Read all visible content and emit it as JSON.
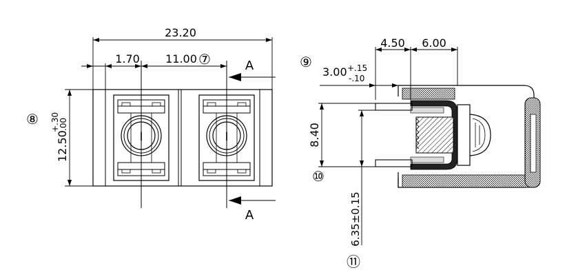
{
  "front_view": {
    "dim_overall": "23.20",
    "dim_edge": "1.70",
    "dim_pitch": "11.00",
    "dim_pitch_callout": "⑦",
    "dim_height": "12.50",
    "dim_height_tol_plus": "+.30",
    "dim_height_tol_minus": ".00",
    "dim_height_callout": "⑧",
    "section_label_top": "A",
    "section_label_bottom": "A",
    "screw_mark_1": "I",
    "screw_mark_2": "I"
  },
  "section_view": {
    "dim_depth_1": "4.50",
    "dim_depth_2": "6.00",
    "dim_pin_length": "3.00",
    "dim_pin_tol_plus": "+.15",
    "dim_pin_tol_minus": "-.10",
    "dim_pin_callout": "⑨",
    "dim_pin_span": "8.40",
    "dim_pin_span_callout": "⑩",
    "dim_pin_offset": "6.35±0.15",
    "dim_pin_offset_callout": "⑪"
  }
}
